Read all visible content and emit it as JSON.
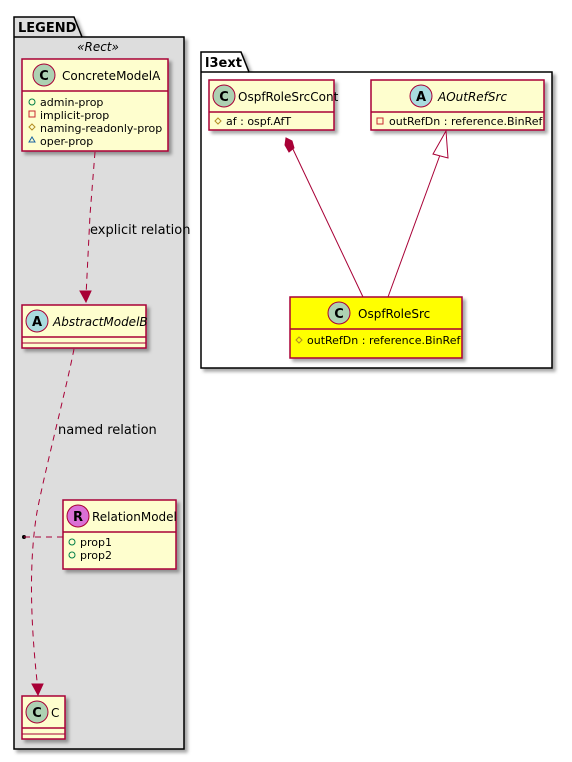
{
  "legend": {
    "title": "LEGEND",
    "stereotype": "«Rect»",
    "concrete": {
      "glyph": "C",
      "name": "ConcreteModelA",
      "attrs": [
        "admin-prop",
        "implicit-prop",
        "naming-readonly-prop",
        "oper-prop"
      ]
    },
    "abstract": {
      "glyph": "A",
      "name": "AbstractModelB"
    },
    "relation_model": {
      "glyph": "R",
      "name": "RelationModel",
      "attrs": [
        "prop1",
        "prop2"
      ]
    },
    "target": {
      "glyph": "C",
      "name": "C"
    },
    "explicit_label": "explicit relation",
    "named_label": "named relation"
  },
  "l3ext": {
    "title": "l3ext",
    "cont": {
      "glyph": "C",
      "name": "OspfRoleSrcCont",
      "attr": "af : ospf.AfT"
    },
    "aref": {
      "glyph": "A",
      "name": "AOutRefSrc",
      "attr": "outRefDn : reference.BinRef"
    },
    "src": {
      "glyph": "C",
      "name": "OspfRoleSrc",
      "attr": "outRefDn : reference.BinRef"
    }
  },
  "colors": {
    "class_fill": "#FEFECE",
    "border": "#A80036",
    "legend_bg": "#DDDDDD",
    "highlight": "#FFFF00",
    "c_badge": "#ADD1B2",
    "a_badge": "#A9DCDF",
    "r_badge": "#DA70D6"
  }
}
